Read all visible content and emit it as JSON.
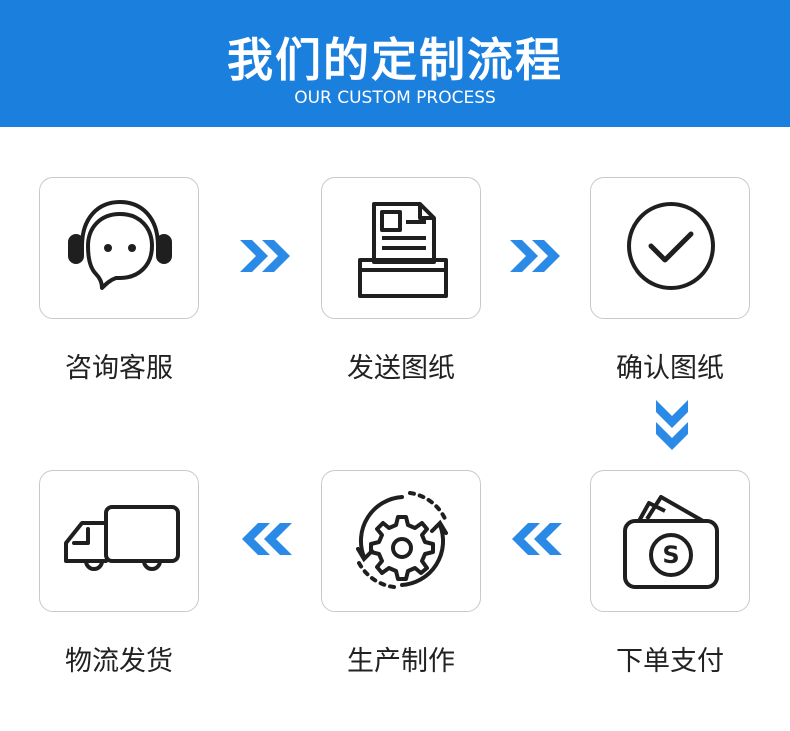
{
  "header": {
    "title": "我们的定制流程",
    "subtitle": "OUR CUSTOM PROCESS"
  },
  "steps": [
    {
      "label": "咨询客服",
      "icon": "headset-icon"
    },
    {
      "label": "发送图纸",
      "icon": "document-tray-icon"
    },
    {
      "label": "确认图纸",
      "icon": "check-circle-icon"
    },
    {
      "label": "下单支付",
      "icon": "wallet-dollar-icon"
    },
    {
      "label": "生产制作",
      "icon": "gear-cycle-icon"
    },
    {
      "label": "物流发货",
      "icon": "delivery-truck-icon"
    }
  ],
  "colors": {
    "header_bg": "#1a7fdd",
    "arrow": "#2b8ae6",
    "icon_stroke": "#1f1f1f"
  }
}
